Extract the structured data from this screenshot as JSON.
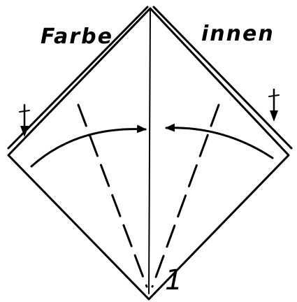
{
  "labels": {
    "left": "Farbe",
    "right": "innen",
    "step": "1"
  },
  "colors": {
    "ink": "#000000",
    "paper": "#ffffff"
  }
}
